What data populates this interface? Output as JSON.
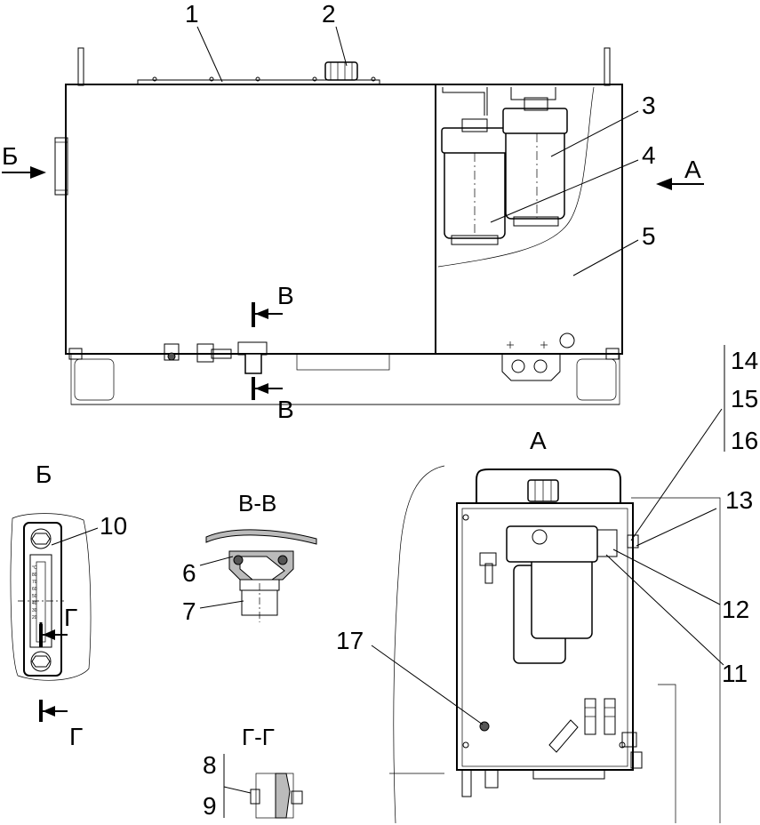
{
  "callouts": {
    "c1": "1",
    "c2": "2",
    "c3": "3",
    "c4": "4",
    "c5": "5",
    "c6": "6",
    "c7": "7",
    "c8": "8",
    "c9": "9",
    "c10": "10",
    "c11": "11",
    "c12": "12",
    "c13": "13",
    "c14": "14",
    "c15": "15",
    "c16": "16",
    "c17": "17"
  },
  "view_markers": {
    "arrow_a": "А",
    "arrow_b": "Б",
    "section_v_top": "В",
    "section_v_bottom": "В",
    "section_g_top": "Г",
    "section_g_bottom": "Г"
  },
  "view_titles": {
    "view_a": "А",
    "view_b": "Б",
    "section_vv": "В-В",
    "section_gg": "Г-Г"
  },
  "gauge_scale": [
    "°C",
    "80",
    "70",
    "60",
    "50",
    "40",
    "30",
    "20"
  ]
}
